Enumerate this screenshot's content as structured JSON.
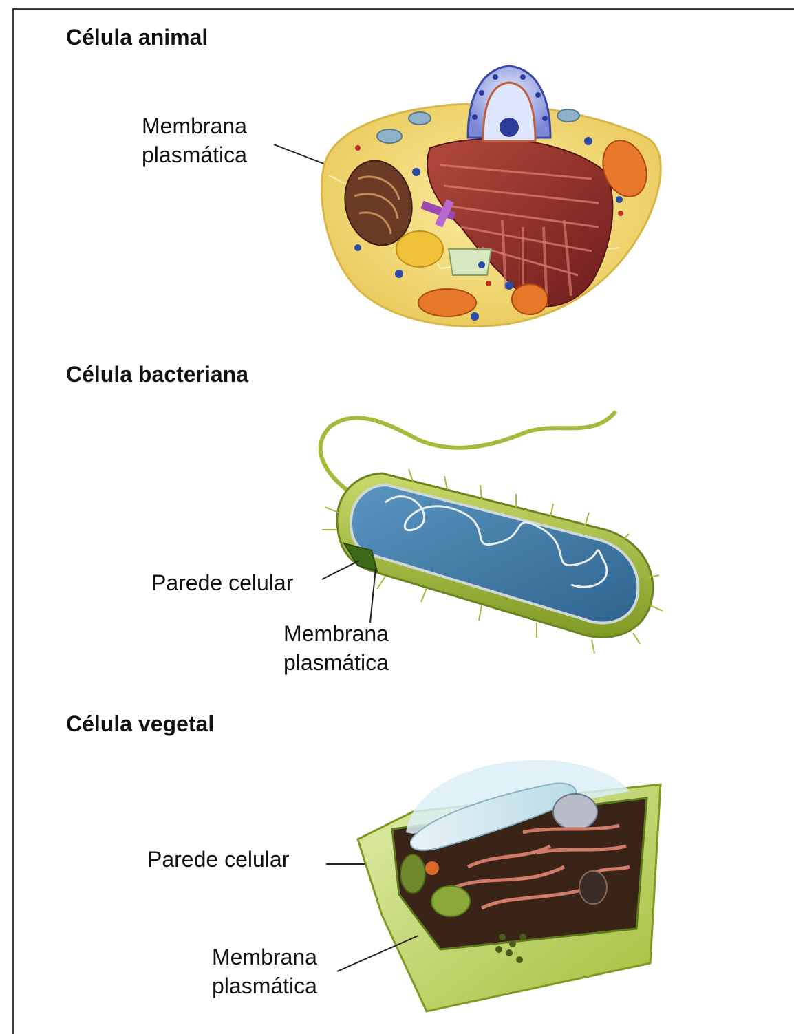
{
  "sections": {
    "animal": {
      "title": "Célula animal",
      "labels": {
        "membrane_line1": "Membrana",
        "membrane_line2": "plasmática"
      }
    },
    "bacterial": {
      "title": "Célula bacteriana",
      "labels": {
        "cell_wall": "Parede celular",
        "membrane_line1": "Membrana",
        "membrane_line2": "plasmática"
      }
    },
    "plant": {
      "title": "Célula vegetal",
      "labels": {
        "cell_wall": "Parede celular",
        "membrane_line1": "Membrana",
        "membrane_line2": "plasmática"
      }
    }
  },
  "colors": {
    "animal_cytoplasm": "#f3df7a",
    "animal_nucleus": "#9aa6e8",
    "animal_er": "#8c2a2a",
    "mitochondria": "#e8782a",
    "golgi": "#6a3a24",
    "bacteria_wall": "#a6b93a",
    "bacteria_cytoplasm": "#3f7aa6",
    "plant_wall": "#c7dc6a",
    "plant_vacuole": "#cfe6ee",
    "plant_er": "#b85a5a",
    "chloroplast": "#8ca83a",
    "leader_line": "#222222"
  },
  "icons": [
    "animal-cell-illustration",
    "bacterial-cell-illustration",
    "plant-cell-illustration"
  ]
}
